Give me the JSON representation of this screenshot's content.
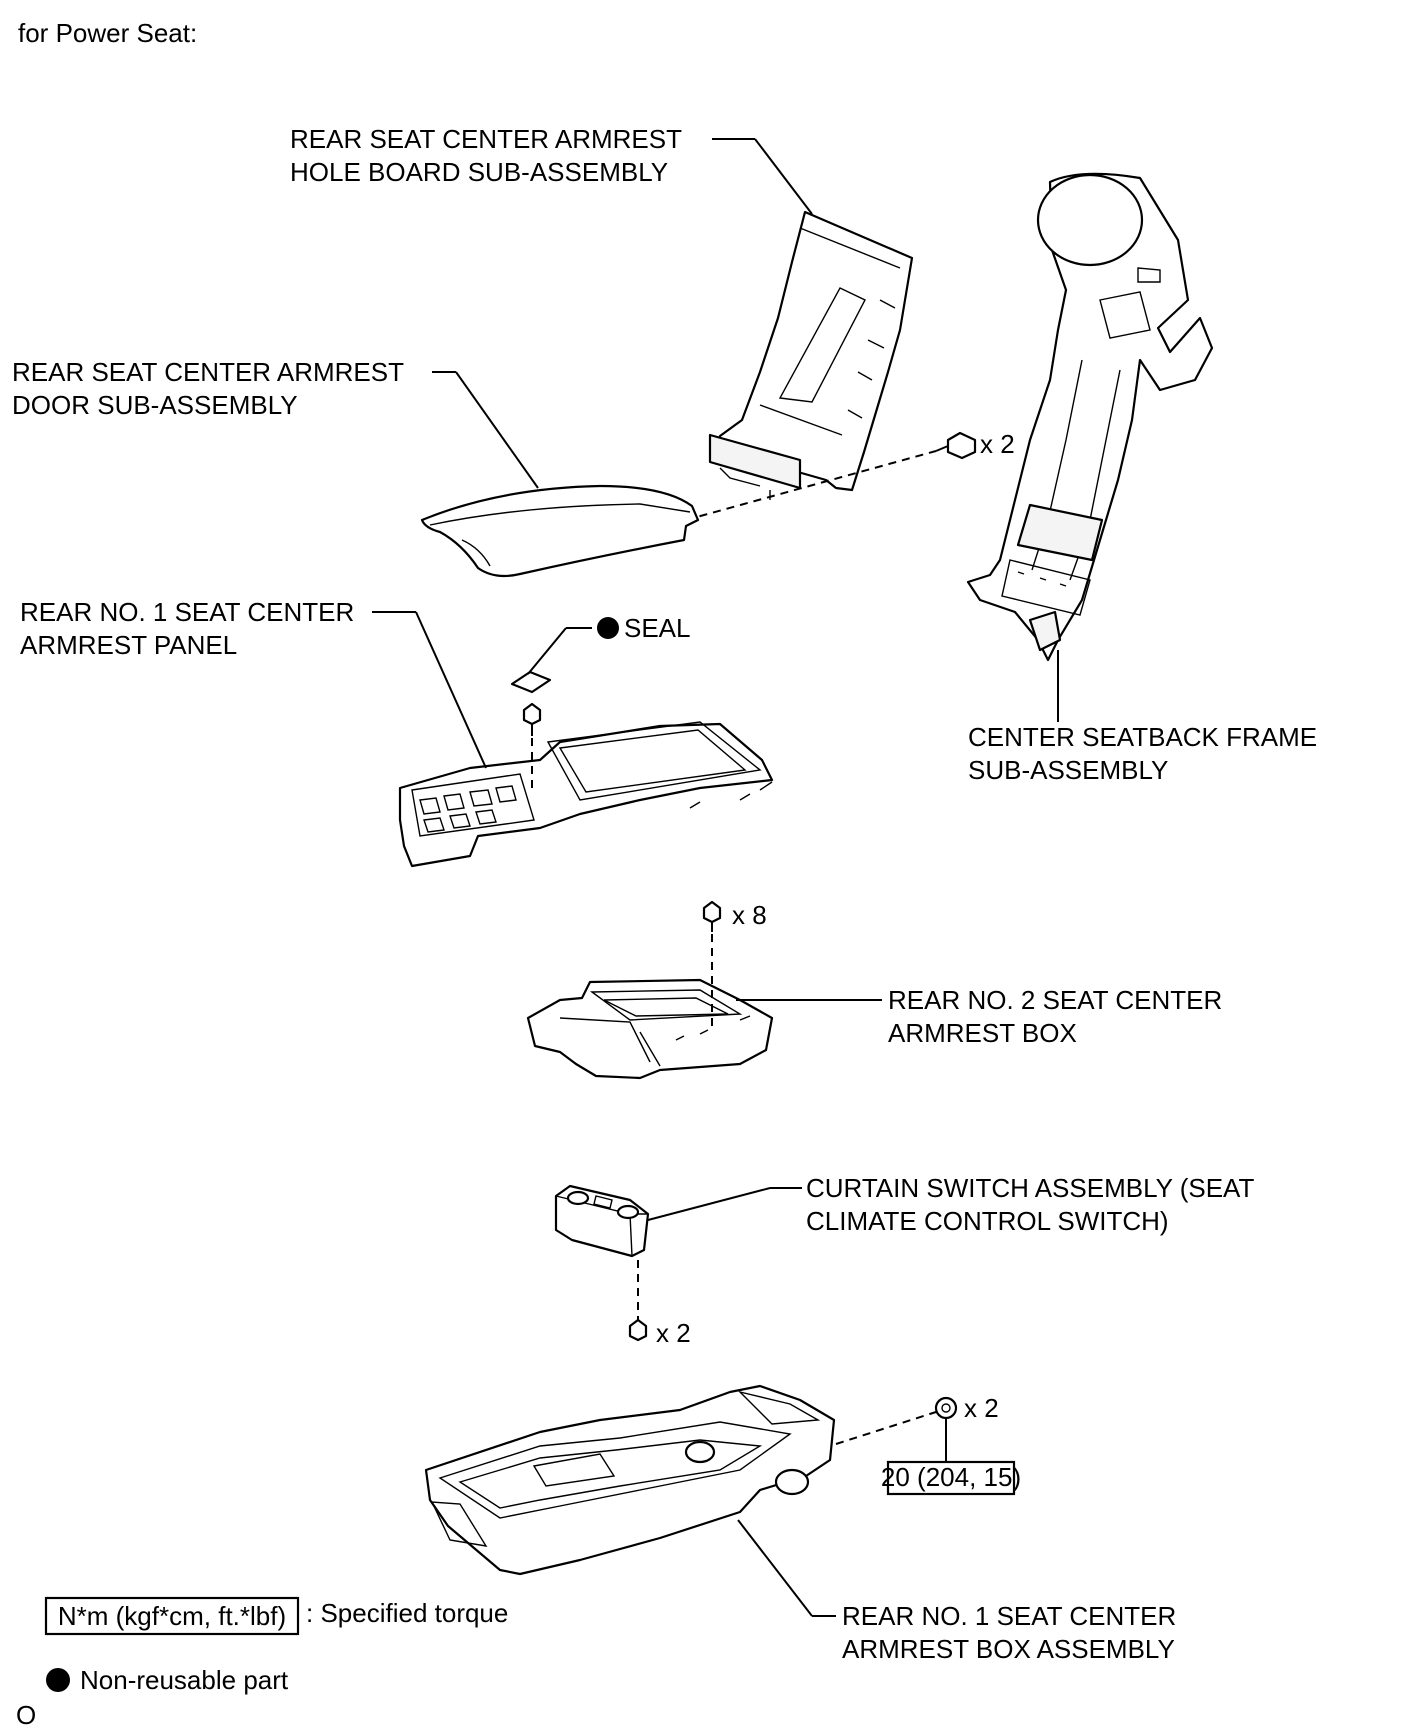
{
  "header": {
    "title": "for Power Seat:"
  },
  "labels": {
    "hole_board": [
      "REAR SEAT CENTER ARMREST",
      "HOLE BOARD SUB-ASSEMBLY"
    ],
    "door": [
      "REAR SEAT CENTER ARMREST",
      "DOOR SUB-ASSEMBLY"
    ],
    "panel": [
      "REAR NO. 1 SEAT CENTER",
      "ARMREST PANEL"
    ],
    "seal": "SEAL",
    "frame": [
      "CENTER SEATBACK FRAME",
      "SUB-ASSEMBLY"
    ],
    "box2": [
      "REAR NO. 2 SEAT CENTER",
      "ARMREST BOX"
    ],
    "curtain_switch": [
      "CURTAIN SWITCH ASSEMBLY (SEAT",
      "CLIMATE CONTROL SWITCH)"
    ],
    "box_assembly": [
      "REAR NO. 1 SEAT CENTER",
      "ARMREST BOX ASSEMBLY"
    ]
  },
  "quantities": {
    "frame_screws": "x 2",
    "box2_screws": "x 8",
    "switch_screws": "x 2",
    "box_nuts": "x 2"
  },
  "torque": {
    "value": "20 (204, 15)"
  },
  "legend": {
    "torque_unit": "N*m (kgf*cm, ft.*lbf)",
    "torque_desc": ": Specified torque",
    "nonreusable_desc": "Non-reusable part"
  },
  "footer": {
    "code": "O"
  },
  "colors": {
    "ink": "#000000",
    "paper": "#ffffff"
  }
}
